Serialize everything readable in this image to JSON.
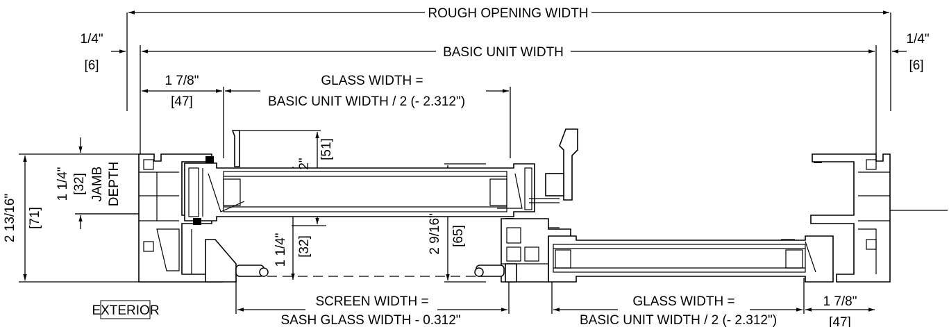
{
  "labels": {
    "rough_opening_width": "ROUGH OPENING WIDTH",
    "basic_unit_width": "BASIC UNIT WIDTH",
    "left_gap_in": "1/4\"",
    "left_gap_mm": "[6]",
    "right_gap_in": "1/4\"",
    "right_gap_mm": "[6]",
    "left_offset_in": "1 7/8\"",
    "left_offset_mm": "[47]",
    "glass_width_top_line1": "GLASS WIDTH =",
    "glass_width_top_line2": "BASIC UNIT WIDTH / 2  (- 2.312\")",
    "overall_depth_in": "2 13/16\"",
    "overall_depth_mm": "[71]",
    "jamb_depth_in": "1 1/4\"",
    "jamb_depth_mm": "[32]",
    "jamb_label_1": "JAMB",
    "jamb_label_2": "DEPTH",
    "sash_depth_in": "2\"",
    "sash_depth_mm": "[51]",
    "inner_depth_in": "1 1/4\"",
    "inner_depth_mm": "[32]",
    "interlock_depth_in": "2 9/16\"",
    "interlock_depth_mm": "[65]",
    "exterior": "EXTERIOR",
    "screen_width_line1": "SCREEN WIDTH =",
    "screen_width_line2": "SASH GLASS WIDTH - 0.312\"",
    "glass_width_bottom_line1": "GLASS WIDTH =",
    "glass_width_bottom_line2": "BASIC UNIT WIDTH / 2  (- 2.312\")",
    "right_offset_in": "1 7/8\"",
    "right_offset_mm": "[47]"
  }
}
